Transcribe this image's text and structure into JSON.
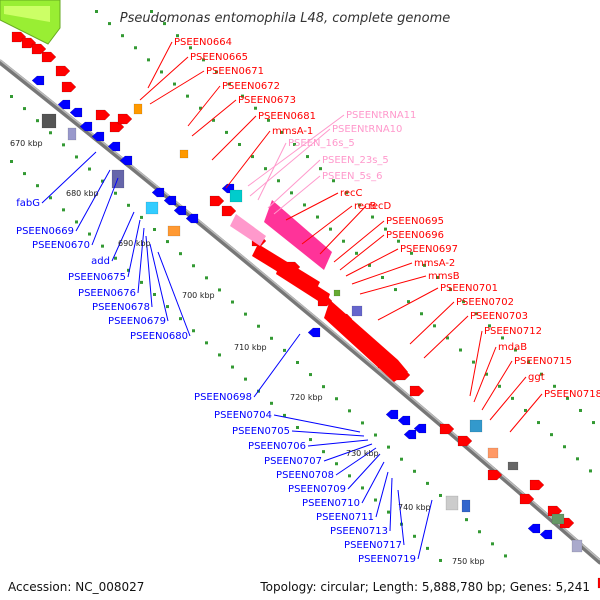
{
  "title": "Pseudomonas entomophila L48, complete genome",
  "footer": {
    "accession": "Accession: NC_008027",
    "topology": "Topology: circular; Length: 5,888,780 bp; Genes: 5,241"
  },
  "colors": {
    "forward": "#ff0000",
    "reverse": "#0000ff",
    "rna": "#ff3399",
    "rna_light": "#ff99cc",
    "backbone": "#888888",
    "tick": "#339933"
  },
  "kbp_ticks": [
    "670 kbp",
    "680 kbp",
    "690 kbp",
    "700 kbp",
    "710 kbp",
    "720 kbp",
    "730 kbp",
    "740 kbp",
    "750 kbp"
  ],
  "labels_right": [
    "PSEEN0664",
    "PSEEN0665",
    "PSEEN0671",
    "PSEEN0672",
    "PSEEN0673",
    "PSEEN0681",
    "mmsA-1",
    "PSEENtRNA11",
    "PSEENtRNA10",
    "PSEEN_16s_5",
    "PSEEN_23s_5",
    "PSEEN_5s_6",
    "recC",
    "recB",
    "recD",
    "PSEEN0695",
    "PSEEN0696",
    "PSEEN0697",
    "mmsA-2",
    "mmsB",
    "PSEEN0701",
    "PSEEN0702",
    "PSEEN0703",
    "PSEEN0712",
    "mdaB",
    "PSEEN0715",
    "ggt",
    "PSEEN0718"
  ],
  "labels_left": [
    "fabG",
    "PSEEN0669",
    "PSEEN0670",
    "add",
    "PSEEN0675",
    "PSEEN0676",
    "PSEEN0678",
    "PSEEN0679",
    "PSEEN0680",
    "PSEEN0698",
    "PSEEN0704",
    "PSEEN0705",
    "PSEEN0706",
    "PSEEN0707",
    "PSEEN0708",
    "PSEEN0709",
    "PSEEN0710",
    "PSEEN0711",
    "PSEEN0713",
    "PSEEN0717",
    "PSEEN0719"
  ]
}
